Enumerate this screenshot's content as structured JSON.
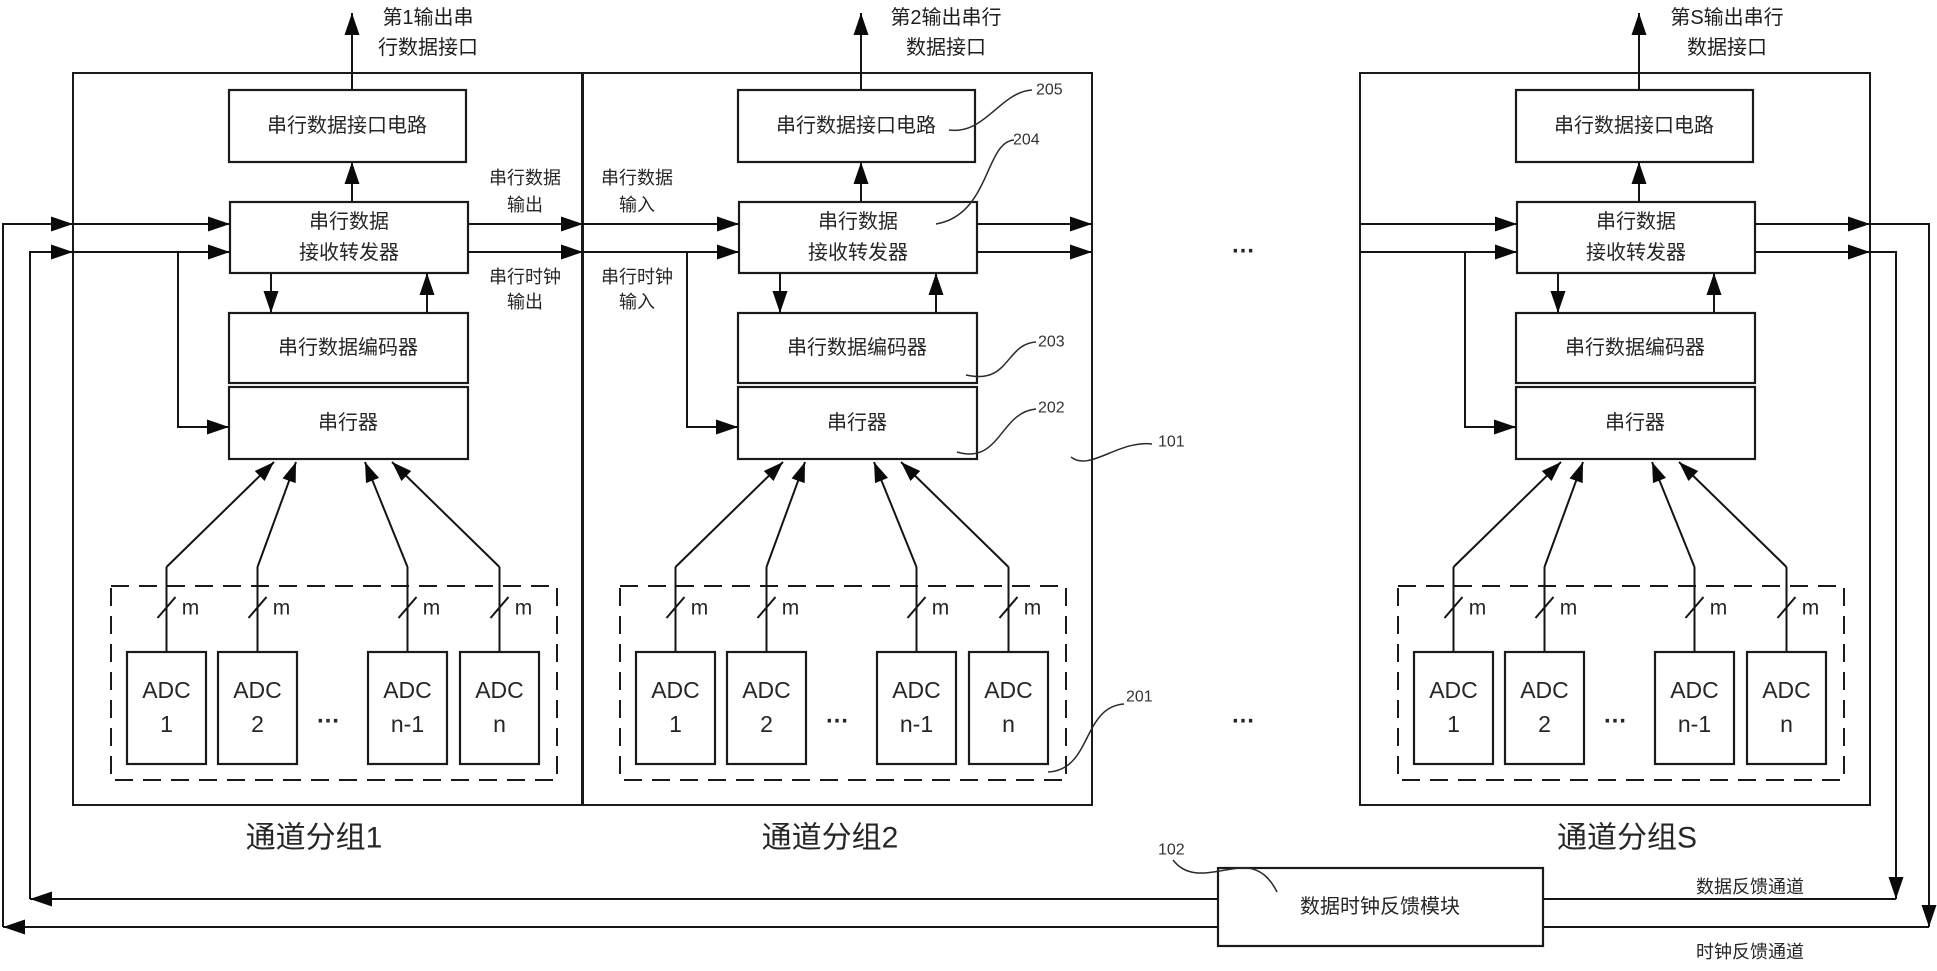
{
  "figure": {
    "kind": "block-diagram",
    "description": "Multi-channel ADC serial data transmission with data/clock feedback"
  },
  "groups": [
    {
      "label": "通道分组1",
      "output_interface_label": [
        "第1输出串",
        "行数据接口"
      ],
      "blocks": {
        "interface_circuit": "串行数据接口电路",
        "transceiver": [
          "串行数据",
          "接收转发器"
        ],
        "encoder": "串行数据编码器",
        "serializer": "串行器"
      },
      "adcs": [
        {
          "name": "ADC",
          "index": "1"
        },
        {
          "name": "ADC",
          "index": "2"
        },
        {
          "name": "ADC",
          "index": "n-1"
        },
        {
          "name": "ADC",
          "index": "n"
        }
      ],
      "adc_ellipsis": "…",
      "bus_width": "m"
    },
    {
      "label": "通道分组2",
      "output_interface_label": [
        "第2输出串行",
        "数据接口"
      ],
      "blocks": {
        "interface_circuit": "串行数据接口电路",
        "transceiver": [
          "串行数据",
          "接收转发器"
        ],
        "encoder": "串行数据编码器",
        "serializer": "串行器"
      },
      "adcs": [
        {
          "name": "ADC",
          "index": "1"
        },
        {
          "name": "ADC",
          "index": "2"
        },
        {
          "name": "ADC",
          "index": "n-1"
        },
        {
          "name": "ADC",
          "index": "n"
        }
      ],
      "adc_ellipsis": "…",
      "bus_width": "m"
    },
    {
      "label": "通道分组S",
      "output_interface_label": [
        "第S输出串行",
        "数据接口"
      ],
      "blocks": {
        "interface_circuit": "串行数据接口电路",
        "transceiver": [
          "串行数据",
          "接收转发器"
        ],
        "encoder": "串行数据编码器",
        "serializer": "串行器"
      },
      "adcs": [
        {
          "name": "ADC",
          "index": "1"
        },
        {
          "name": "ADC",
          "index": "2"
        },
        {
          "name": "ADC",
          "index": "n-1"
        },
        {
          "name": "ADC",
          "index": "n"
        }
      ],
      "adc_ellipsis": "…",
      "bus_width": "m"
    }
  ],
  "link_labels": {
    "data_out": [
      "串行数据",
      "输出"
    ],
    "clock_out": [
      "串行时钟",
      "输出"
    ],
    "data_in": [
      "串行数据",
      "输入"
    ],
    "clock_in": [
      "串行时钟",
      "输入"
    ]
  },
  "group_ellipsis": "…",
  "feedback_module": {
    "label": "数据时钟反馈模块"
  },
  "feedback_channels": {
    "data": "数据反馈通道",
    "clock": "时钟反馈通道"
  },
  "reference_numerals": {
    "interface_circuit": "205",
    "transceiver": "204",
    "encoder": "203",
    "serializer": "202",
    "adc_array": "201",
    "channel_group": "101",
    "feedback_module": "102"
  }
}
